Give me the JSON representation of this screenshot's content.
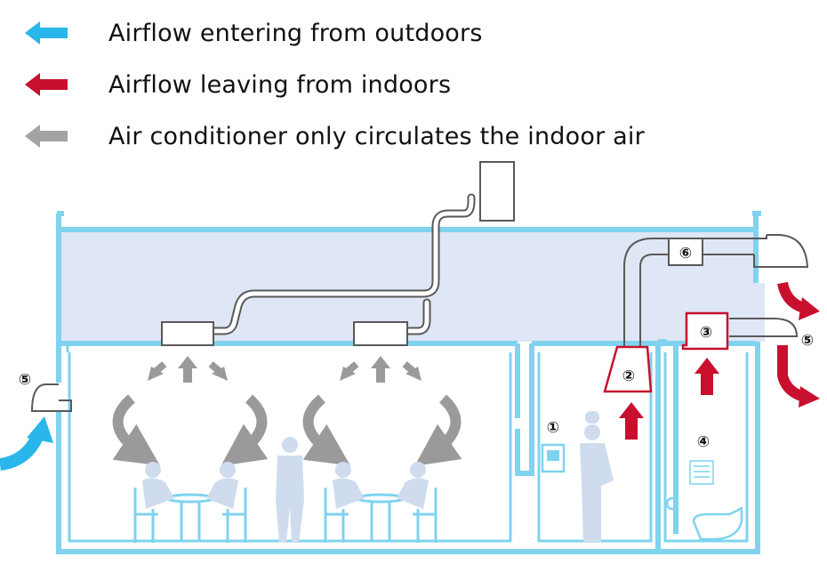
{
  "legend": [
    {
      "label": "Airflow entering from outdoors",
      "color": "#29b6ea",
      "icon": "left-arrow"
    },
    {
      "label": "Airflow leaving from indoors",
      "color": "#c8102e",
      "icon": "left-arrow"
    },
    {
      "label": "Air conditioner only circulates the indoor air",
      "color": "#a3a3a3",
      "icon": "left-arrow"
    }
  ],
  "colors": {
    "wall": "#7fd3ee",
    "ceiling_fill": "#dfe6f5",
    "duct": "#595959",
    "exhaust": "#c8102e",
    "intake": "#29b6ea",
    "circulation": "#9a9a9a",
    "people": "#cfdcee"
  },
  "markers": {
    "m1": "①",
    "m2": "②",
    "m3": "③",
    "m4": "④",
    "m5_left": "⑤",
    "m5_right": "⑤",
    "m6": "⑥"
  }
}
